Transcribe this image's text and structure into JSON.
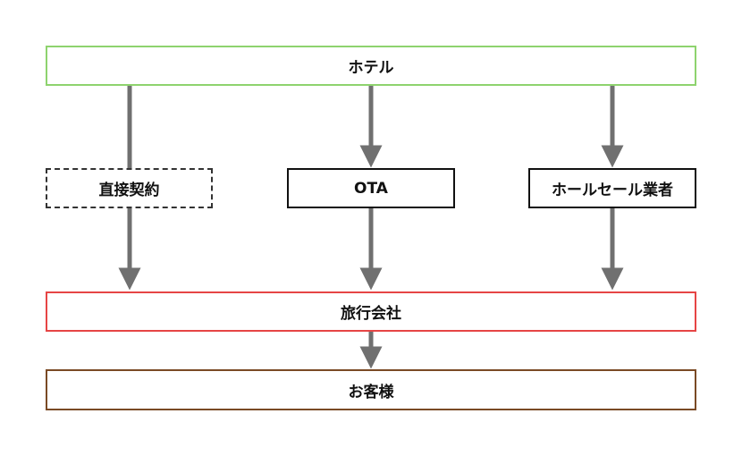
{
  "nodes": {
    "hotel": "ホテル",
    "direct": "直接契約",
    "ota": "OTA",
    "wholesale": "ホールセール業者",
    "agency": "旅行会社",
    "customer": "お客様"
  },
  "colors": {
    "hotel_border": "#8ed36e",
    "channel_border": "#111111",
    "agency_border": "#e64545",
    "customer_border": "#7a4a25",
    "arrow": "#707070"
  }
}
